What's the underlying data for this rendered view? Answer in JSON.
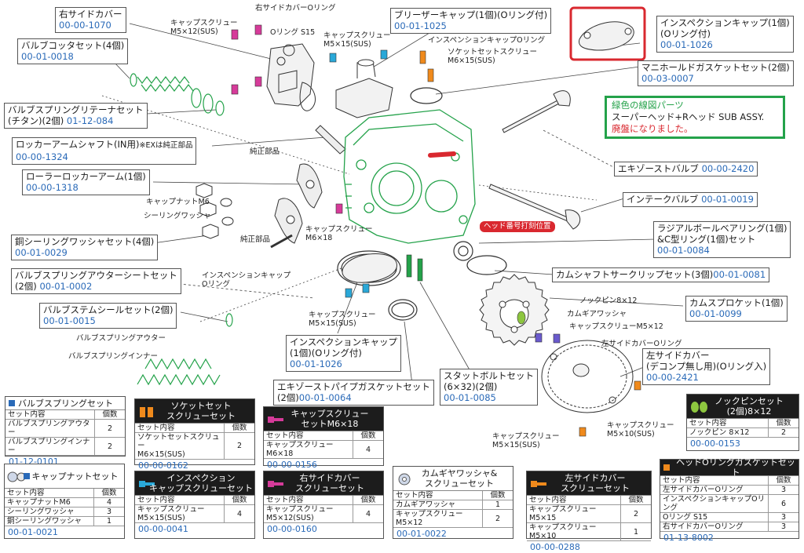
{
  "diagram": {
    "highlight_color": "#d9282f",
    "green_part_color": "#24a24a",
    "code_color": "#2a6ab8",
    "callouts": {
      "right_side_cover": {
        "name": "右サイドカバー",
        "code": "00-00-1070"
      },
      "valve_cotter_set": {
        "name": "バルブコッタセット(4個)",
        "code": "00-01-0018"
      },
      "valve_spring_retainer_set": {
        "name1": "バルブスプリングリテーナセット",
        "name2": "(チタン)(2個)",
        "code": "01-12-084"
      },
      "rocker_arm_shaft": {
        "name": "ロッカーアームシャフト(IN用)",
        "note": "※EXは純正部品",
        "code": "00-00-1324"
      },
      "roller_rocker_arm": {
        "name": "ローラーロッカーアーム(1個)",
        "code": "00-00-1318"
      },
      "copper_sealing_washer_set": {
        "name": "銅シーリングワッシャセット(4個)",
        "code": "00-01-0029"
      },
      "valve_spring_outer_seat_set": {
        "name1": "バルブスプリングアウターシートセット",
        "name2": "(2個)",
        "code": "00-01-0002"
      },
      "valve_stem_seal_set": {
        "name": "バルブステムシールセット(2個)",
        "code": "00-01-0015"
      },
      "breather_cap": {
        "name": "ブリーザーキャップ(1個)(Oリング付)",
        "code": "00-01-1025"
      },
      "inspection_cap_top": {
        "name1": "インスペクションキャップ(1個)",
        "name2": "(Oリング付)",
        "code": "00-01-1026"
      },
      "manifold_gasket_set": {
        "name": "マニホールドガスケットセット(2個)",
        "code": "00-03-0007"
      },
      "exhaust_valve": {
        "name": "エキゾーストバルブ",
        "code": "00-00-2420"
      },
      "intake_valve": {
        "name": "インテークバルブ",
        "code": "00-01-0019"
      },
      "radial_ball_bearing": {
        "name1": "ラジアルボールベアリング(1個)",
        "name2": "&C型リング(1個)セット",
        "code": "00-01-0084"
      },
      "camshaft_circlip_set": {
        "name": "カムシャフトサークリップセット(3個)",
        "code": "00-01-0081"
      },
      "cam_sprocket": {
        "name": "カムスプロケット(1個)",
        "code": "00-01-0099"
      },
      "left_side_cover": {
        "name1": "左サイドカバー",
        "name2": "(デコンプ無し用)(Oリング入)",
        "code": "00-00-2421"
      },
      "inspection_cap_bottom": {
        "name1": "インスペクションキャップ",
        "name2": "(1個)(Oリング付)",
        "code": "00-01-1026"
      },
      "exhaust_pipe_gasket_set": {
        "name": "エキゾーストパイプガスケットセット",
        "name2": "(2個)",
        "code": "00-01-0064"
      },
      "stud_bolt_set": {
        "name1": "スタットボルトセット",
        "name2": "(6×32)(2個)",
        "code": "00-01-0085"
      }
    },
    "tags": {
      "cap_screw_m5x12": [
        "キャップスクリュー",
        "M5×12(SUS)"
      ],
      "right_cover_oring": [
        "右サイドカバーOリング"
      ],
      "oring_s15": [
        "Oリング S15"
      ],
      "cap_screw_m5x15_top": [
        "キャップスクリュー",
        "M5×15(SUS)"
      ],
      "inspection_cap_oring_top": [
        "インスペンションキャップOリング"
      ],
      "socket_set_screw": [
        "ソケットセットスクリュー",
        "M6×15(SUS)"
      ],
      "genuine_part_1": [
        "純正部品"
      ],
      "cap_nut_m6": [
        "キャップナットM6"
      ],
      "sealing_washer": [
        "シーリングワッシャ"
      ],
      "genuine_part_2": [
        "純正部品"
      ],
      "cap_screw_m6x18": [
        "キャップスクリュー",
        "M6×18"
      ],
      "inspection_cap_oring_mid": [
        "インスペンションキャップ",
        "Oリング"
      ],
      "cap_screw_m5x15_mid": [
        "キャップスクリュー",
        "M5×15(SUS)"
      ],
      "valve_spring_outer": [
        "バルブスプリングアウター"
      ],
      "valve_spring_inner": [
        "バルブスプリングインナー"
      ],
      "knock_pin": [
        "ノックピン8×12"
      ],
      "cam_gear_washer": [
        "カムギアワッシャ"
      ],
      "cap_screw_m5x12_cam": [
        "キャップスクリューM5×12"
      ],
      "left_cover_oring": [
        "左サイドカバーOリング"
      ],
      "cap_screw_m5x10": [
        "キャップスクリュー",
        "M5×10(SUS)"
      ],
      "cap_screw_m5x15_bottom": [
        "キャップスクリュー",
        "M5×15(SUS)"
      ]
    },
    "green_note": {
      "title": "緑色の線図パーツ",
      "subtitle": "スーパーヘッド+Rヘッド SUB ASSY.",
      "warning": "廃盤になりました。"
    },
    "head_number_label": "ヘッド番号打刻位置"
  },
  "sets": {
    "valve_spring_set": {
      "title": "バルブスプリングセット",
      "accent": "#2a6ab8",
      "col_name": "セット内容",
      "col_qty": "個数",
      "rows": [
        {
          "name": "バルブスプリングアウター",
          "qty": "2"
        },
        {
          "name": "バルブスプリングインナー",
          "qty": "2"
        }
      ],
      "code": "01-12-0101"
    },
    "socket_set": {
      "title1": "ソケットセット",
      "title2": "スクリューセット",
      "accent": "#f08a1c",
      "col_name": "セット内容",
      "col_qty": "個数",
      "rows": [
        {
          "name": "ソケットセットスクリュー",
          "name2": "M6×15(SUS)",
          "qty": "2"
        }
      ],
      "code": "00-00-0162"
    },
    "cap_screw_m6x18_set": {
      "title1": "キャップスクリュー",
      "title2": "セットM6×18",
      "accent": "#d63b9a",
      "col_name": "セット内容",
      "col_qty": "個数",
      "rows": [
        {
          "name": "キャップスクリューM6×18",
          "qty": "4"
        }
      ],
      "code": "00-00-0156"
    },
    "knock_pin_set": {
      "title1": "ノックピンセット",
      "title2": "(2個)8×12",
      "accent": "#8dc63f",
      "col_name": "セット内容",
      "col_qty": "個数",
      "rows": [
        {
          "name": "ノックピン 8×12",
          "qty": "2"
        }
      ],
      "code": "00-00-0153"
    },
    "cap_nut_set": {
      "title": "キャップナットセット",
      "accent": "#2a6ab8",
      "col_name": "セット内容",
      "col_qty": "個数",
      "rows": [
        {
          "name": "キャップナットM6",
          "qty": "4"
        },
        {
          "name": "シーリングワッシャ",
          "qty": "3"
        },
        {
          "name": "銅シーリングワッシャ",
          "qty": "1"
        }
      ],
      "code": "00-01-0021"
    },
    "inspection_screw_set": {
      "title1": "インスペクション",
      "title2": "キャップスクリューセット",
      "accent": "#2aa8d8",
      "col_name": "セット内容",
      "col_qty": "個数",
      "rows": [
        {
          "name": "キャップスクリュー",
          "name2": "M5×15(SUS)",
          "qty": "4"
        }
      ],
      "code": "00-00-0041"
    },
    "right_cover_screw_set": {
      "title1": "右サイドカバー",
      "title2": "スクリューセット",
      "accent": "#d63b9a",
      "col_name": "セット内容",
      "col_qty": "個数",
      "rows": [
        {
          "name": "キャップスクリュー",
          "name2": "M5×12(SUS)",
          "qty": "4"
        }
      ],
      "code": "00-00-0160"
    },
    "cam_gear_washer_set": {
      "title1": "カムギヤワッシャ&",
      "title2": "スクリューセット",
      "accent": "#2a6ab8",
      "col_name": "セット内容",
      "col_qty": "個数",
      "rows": [
        {
          "name": "カムギアワッシャ",
          "qty": "1"
        },
        {
          "name": "キャップスクリューM5×12",
          "qty": "2"
        }
      ],
      "code": "00-01-0022"
    },
    "left_cover_screw_set": {
      "title1": "左サイドカバー",
      "title2": "スクリューセット",
      "accent": "#f08a1c",
      "col_name": "セット内容",
      "col_qty": "個数",
      "rows": [
        {
          "name": "キャップスクリューM5×15",
          "qty": "2"
        },
        {
          "name": "キャップスクリューM5×10",
          "qty": "1"
        }
      ],
      "code": "00-00-0288"
    },
    "head_oring_gasket_set": {
      "title": "ヘッドOリングガスケットセット",
      "accent": "#f08a1c",
      "col_name": "セット内容",
      "col_qty": "個数",
      "rows": [
        {
          "name": "左サイドカバーOリング",
          "qty": "3"
        },
        {
          "name": "インスペクションキャップOリング",
          "qty": "6"
        },
        {
          "name": "Oリング S15",
          "qty": "3"
        },
        {
          "name": "右サイドカバーOリング",
          "qty": "3"
        }
      ],
      "code": "01-13-8002"
    }
  }
}
